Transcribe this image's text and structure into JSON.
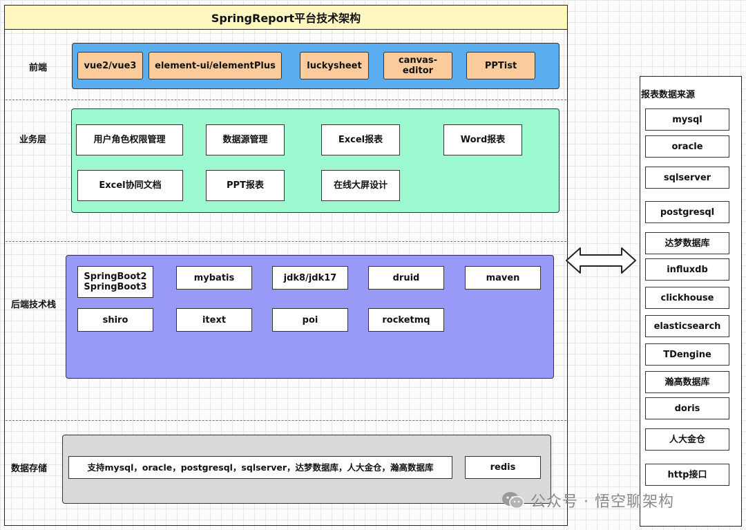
{
  "title": "SpringReport平台技术架构",
  "layers": {
    "frontend": {
      "label": "前端",
      "items": [
        "vue2/vue3",
        "element-ui/elementPlus",
        "luckysheet",
        "canvas-editor",
        "PPTist"
      ],
      "color": "#5aaef0"
    },
    "business": {
      "label": "业务层",
      "items": [
        "用户角色权限管理",
        "数据源管理",
        "Excel报表",
        "Word报表",
        "Excel协同文档",
        "PPT报表",
        "在线大屏设计"
      ],
      "color": "#9cf9d0"
    },
    "backend": {
      "label": "后端技术栈",
      "items": [
        "SpringBoot2\nSpringBoot3",
        "mybatis",
        "jdk8/jdk17",
        "druid",
        "maven",
        "shiro",
        "itext",
        "poi",
        "rocketmq"
      ],
      "color": "#9999f8"
    },
    "storage": {
      "label": "数据存储",
      "items": [
        "支持mysql，oracle，postgresql，sqlserver，达梦数据库，人大金仓，瀚高数据库",
        "redis"
      ],
      "color": "#d9d9d9"
    }
  },
  "datasources": {
    "title": "报表数据来源",
    "items": [
      "mysql",
      "oracle",
      "sqlserver",
      "postgresql",
      "达梦数据库",
      "influxdb",
      "clickhouse",
      "elasticsearch",
      "TDengine",
      "瀚高数据库",
      "doris",
      "人大金仓",
      "http接口"
    ]
  },
  "watermark": "公众号 · 悟空聊架构",
  "icons": {
    "arrow": "double-arrow-icon",
    "wechat": "wechat-icon"
  }
}
